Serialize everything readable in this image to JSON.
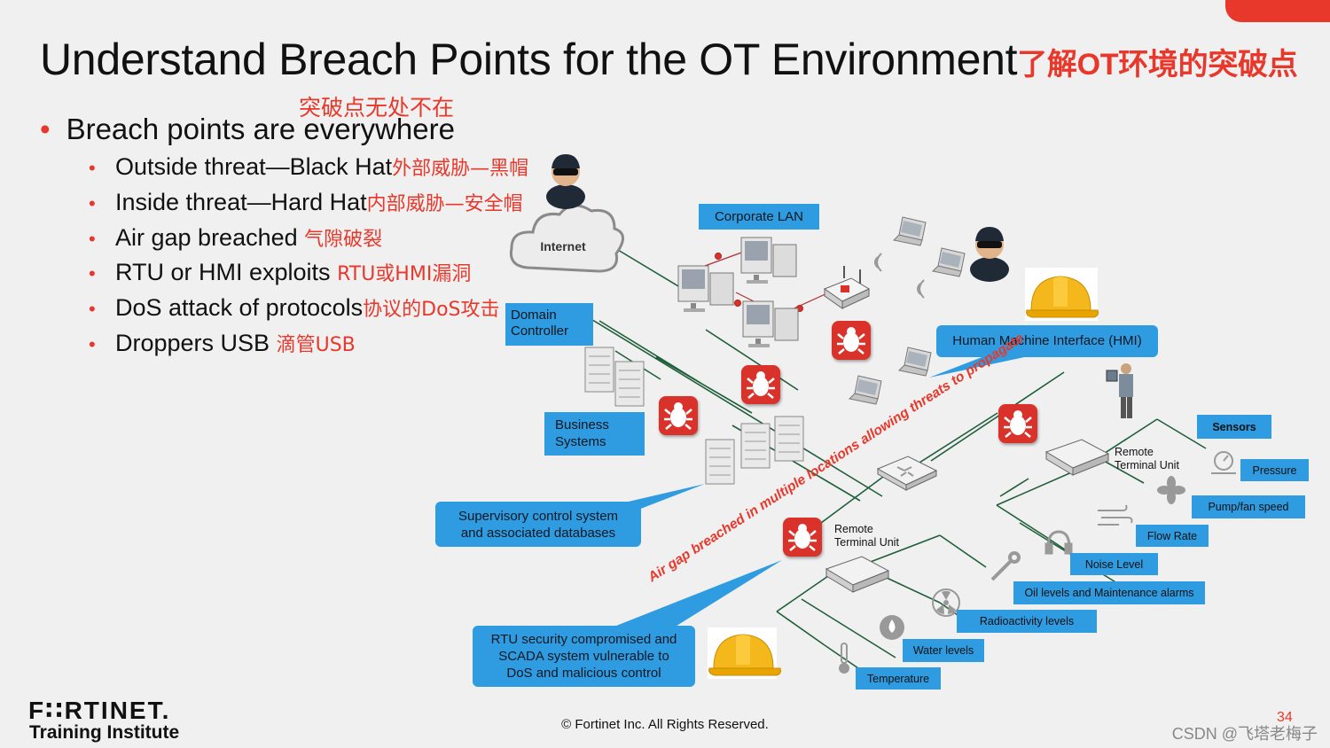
{
  "title": {
    "en": "Understand Breach Points for the OT Environment",
    "cn": "了解OT环境的突破点"
  },
  "main_bullet": {
    "text": "Breach points are everywhere",
    "cn": "突破点无处不在"
  },
  "sub_bullets": [
    {
      "text": "Outside threat—Black Hat",
      "cn": "外部威胁—黑帽"
    },
    {
      "text": "Inside threat—Hard Hat",
      "cn": "内部威胁—安全帽"
    },
    {
      "text": "Air gap breached",
      "cn": "气隙破裂"
    },
    {
      "text": "RTU or HMI exploits",
      "cn": "RTU或HMI漏洞"
    },
    {
      "text": "DoS attack of protocols",
      "cn": "协议的DoS攻击"
    },
    {
      "text": "Droppers USB",
      "cn": "滴管USB"
    }
  ],
  "diagram": {
    "internet": "Internet",
    "corporate_lan": "Corporate LAN",
    "domain_controller": "Domain\nController",
    "business_systems": "Business\nSystems",
    "supervisory": "Supervisory control system\nand associated databases",
    "hmi": "Human Machine Interface (HMI)",
    "rtu_compromised": "RTU security compromised and\nSCADA system vulnerable to\nDoS and malicious control",
    "airgap_text": "Air gap breached in multiple locations allowing threats to propagate",
    "rtu1": "Remote\nTerminal Unit",
    "rtu2": "Remote\nTerminal Unit",
    "sensors": "Sensors",
    "pressure": "Pressure",
    "pump": "Pump/fan speed",
    "flow": "Flow Rate",
    "noise": "Noise Level",
    "oil": "Oil levels and Maintenance alarms",
    "radio": "Radioactivity levels",
    "water": "Water levels",
    "temp": "Temperature"
  },
  "footer": {
    "copyright": "© Fortinet Inc. All Rights Reserved.",
    "page": "34",
    "brand": "F∷RTINET.",
    "institute": "Training Institute",
    "watermark": "CSDN @飞塔老梅子"
  },
  "colors": {
    "accent_red": "#e8382b",
    "box_blue": "#2f9be0",
    "bug_red": "#d9322b",
    "line_green": "#1f5f3a"
  },
  "icons": [
    "cloud-icon",
    "computer-icon",
    "server-icon",
    "laptop-icon",
    "router-icon",
    "switch-icon",
    "bug-icon",
    "hacker-icon",
    "hardhat-icon",
    "gauge-icon",
    "fan-icon",
    "wind-icon",
    "headphones-icon",
    "wrench-icon",
    "radiation-icon",
    "water-drop-icon",
    "thermometer-icon",
    "engineer-icon",
    "wifi-icon"
  ]
}
